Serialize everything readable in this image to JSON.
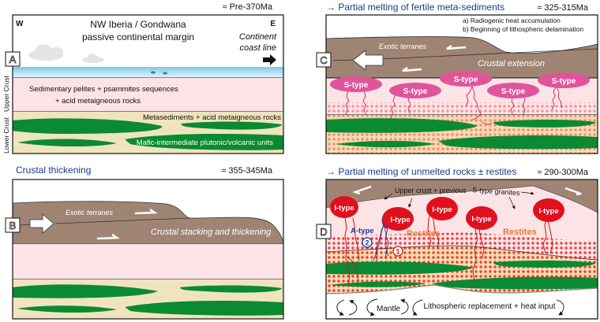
{
  "figure": {
    "panels": [
      {
        "id": "A",
        "letter": "A",
        "title": "",
        "age": "≈ Pre-370Ma",
        "west": "W",
        "east": "E",
        "heading_line1": "NW Iberia / Gondwana",
        "heading_line2": "passive continental margin",
        "coast_line1": "Continent",
        "coast_line2": "coast line",
        "upper_text1": "Sedimentary pelites + psammites sequences",
        "upper_text2": "+ acid metaigneous rocks",
        "lower_text1": "Metasediments + acid metaigneous rocks",
        "lower_text2": "Mafic-intermediate plutonic/volcanic units",
        "side_upper": "Upper Crust",
        "side_lower": "Lower Crust"
      },
      {
        "id": "B",
        "letter": "B",
        "title": "Crustal thickening",
        "age": "≈ 355-345Ma",
        "exotic": "Exotic terranes",
        "stacking": "Crustal stacking and thickening"
      },
      {
        "id": "C",
        "letter": "C",
        "title": "→ Partial melting of fertile meta-sediments",
        "age": "≈ 325-315Ma",
        "note_a": "a) Radiogenic heat accumulation",
        "note_b": "b) Beginning of lithospheric delamination",
        "exotic": "Exotic terranes",
        "extension": "Crustal extension",
        "plutons": [
          "S-type",
          "S-type",
          "S-type",
          "S-type",
          "S-type"
        ]
      },
      {
        "id": "D",
        "letter": "D",
        "title": "→ Partial melting of unmelted rocks ± restites",
        "age": "≈ 290-300Ma",
        "upper_note": "Upper crust + previous",
        "s_granites": "S-type granites",
        "plutons": [
          "I-type",
          "I-type",
          "I-type",
          "I-type",
          "I-type"
        ],
        "a_type": "A-type",
        "restites": [
          "Restites",
          "Restites"
        ],
        "marker1": "1",
        "marker2": "2",
        "mantle": "Mantle",
        "lithosphere": "Lithospheric replacement + heat input"
      }
    ],
    "colors": {
      "title_blue": "#1a3a8c",
      "upper_crust_pink": "#fbe3e6",
      "lower_crust_tan": "#f0e4be",
      "mafic_green": "#0a8a32",
      "terrane_brown": "#a08473",
      "s_type_magenta": "#e0559a",
      "i_type_red": "#e0101e",
      "a_type_blue": "#1c3a9a",
      "water_blue": "#bfe3f5"
    }
  }
}
